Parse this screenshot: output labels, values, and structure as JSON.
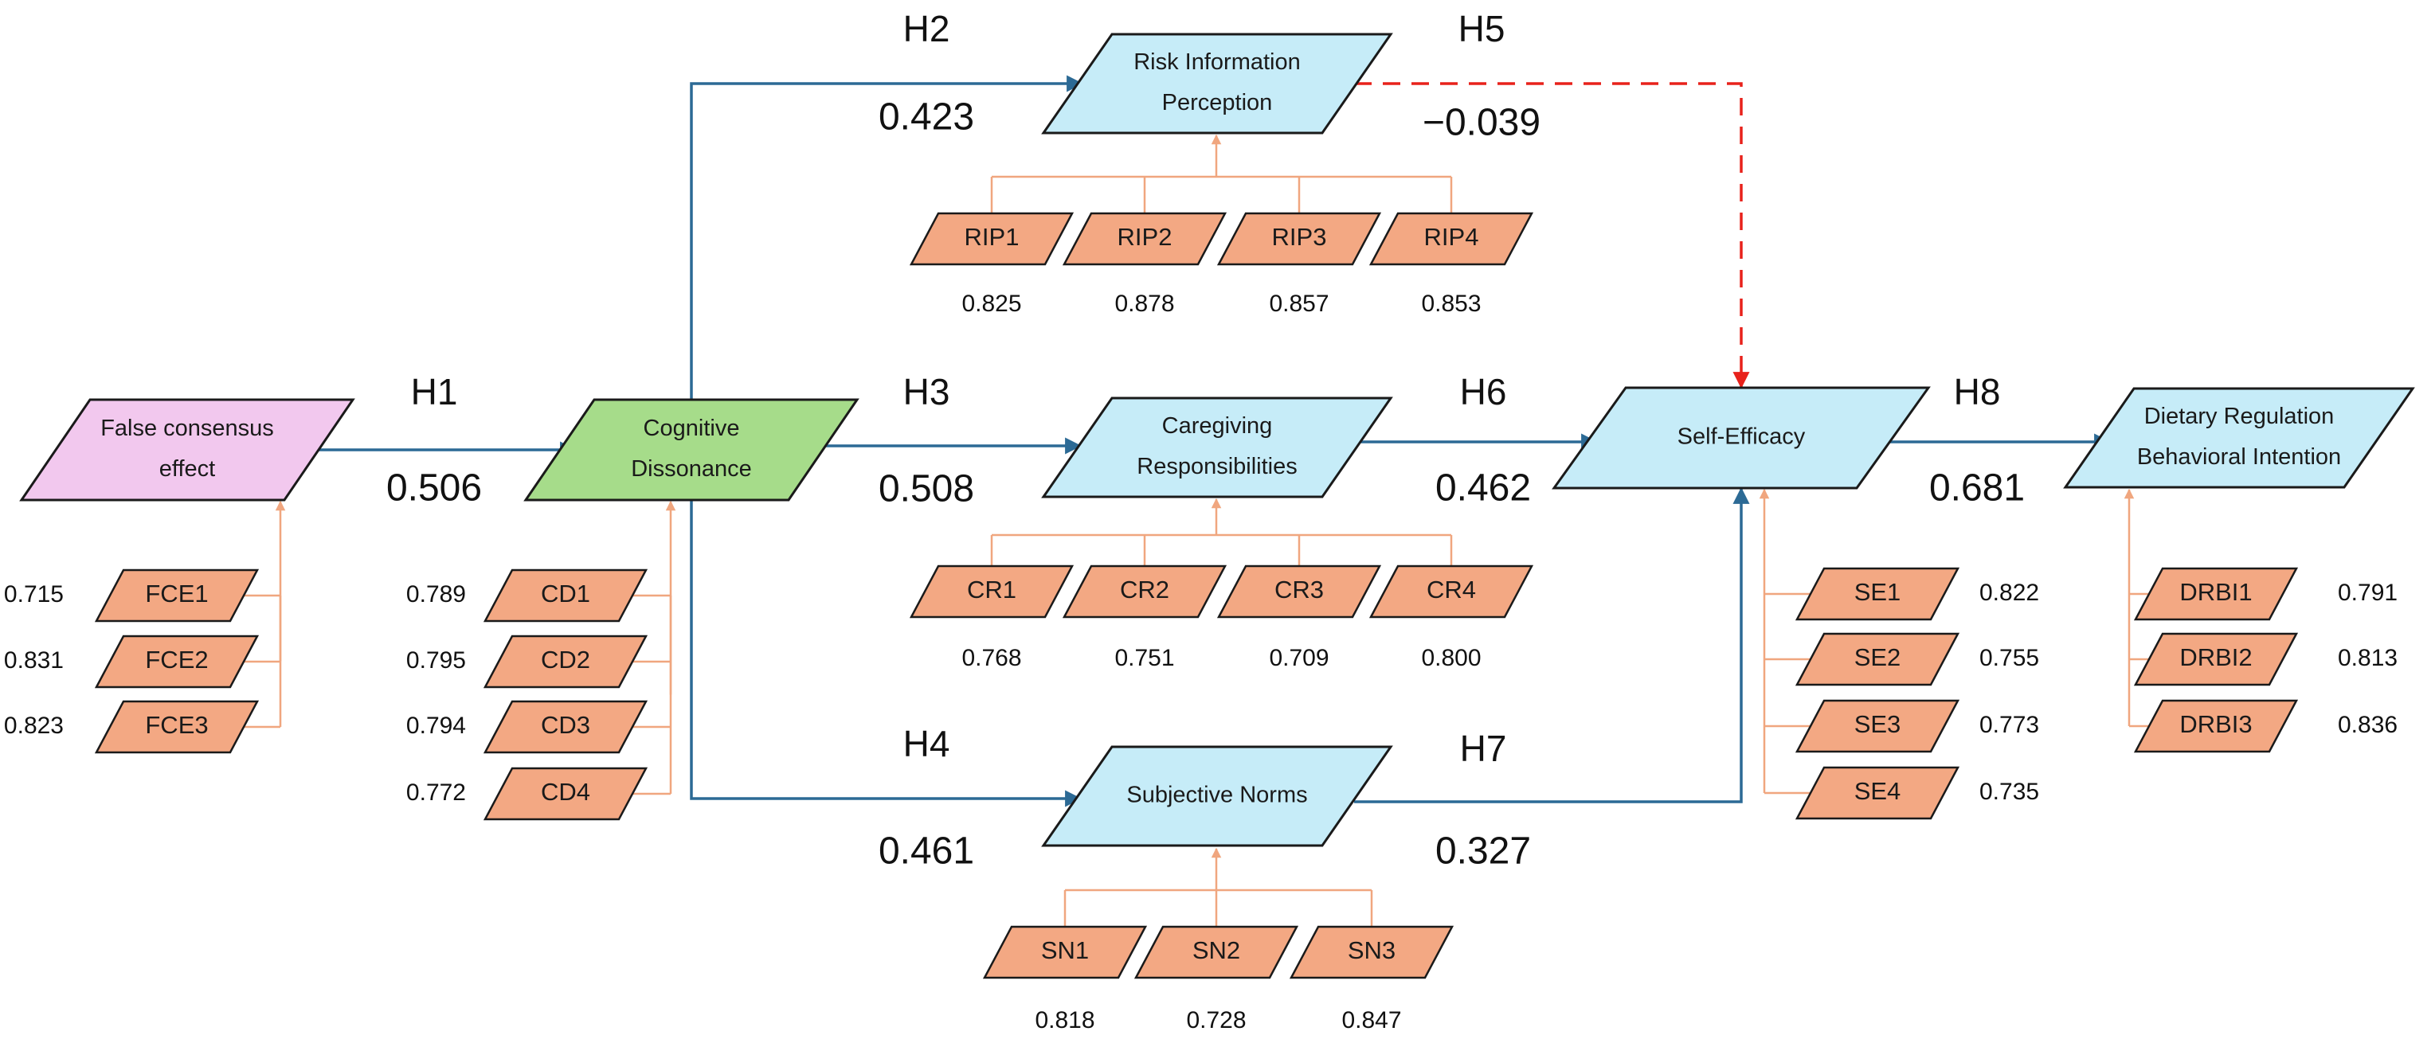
{
  "colors": {
    "construct_outcome": "#c6ecf8",
    "construct_exogenous": "#f2c8ee",
    "construct_mediator": "#a6dc8a",
    "indicator": "#f3a883",
    "indicator_link": "#f0a67f",
    "path_arrow": "#2c6a95",
    "dashed_path": "#e8221b",
    "outline": "#1a1a1a"
  },
  "constructs": {
    "fce": {
      "lines": [
        "False consensus",
        "effect"
      ]
    },
    "cd": {
      "lines": [
        "Cognitive",
        "Dissonance"
      ]
    },
    "rip": {
      "lines": [
        "Risk Information",
        "Perception"
      ]
    },
    "cr": {
      "lines": [
        "Caregiving",
        "Responsibilities"
      ]
    },
    "sn": {
      "lines": [
        "Subjective Norms"
      ]
    },
    "se": {
      "lines": [
        "Self-Efficacy"
      ]
    },
    "drbi": {
      "lines": [
        "Dietary Regulation",
        "Behavioral Intention"
      ]
    }
  },
  "indicators": {
    "fce": [
      {
        "label": "FCE1",
        "loading": "0.715"
      },
      {
        "label": "FCE2",
        "loading": "0.831"
      },
      {
        "label": "FCE3",
        "loading": "0.823"
      }
    ],
    "cd": [
      {
        "label": "CD1",
        "loading": "0.789"
      },
      {
        "label": "CD2",
        "loading": "0.795"
      },
      {
        "label": "CD3",
        "loading": "0.794"
      },
      {
        "label": "CD4",
        "loading": "0.772"
      }
    ],
    "rip": [
      {
        "label": "RIP1",
        "loading": "0.825"
      },
      {
        "label": "RIP2",
        "loading": "0.878"
      },
      {
        "label": "RIP3",
        "loading": "0.857"
      },
      {
        "label": "RIP4",
        "loading": "0.853"
      }
    ],
    "cr": [
      {
        "label": "CR1",
        "loading": "0.768"
      },
      {
        "label": "CR2",
        "loading": "0.751"
      },
      {
        "label": "CR3",
        "loading": "0.709"
      },
      {
        "label": "CR4",
        "loading": "0.800"
      }
    ],
    "sn": [
      {
        "label": "SN1",
        "loading": "0.818"
      },
      {
        "label": "SN2",
        "loading": "0.728"
      },
      {
        "label": "SN3",
        "loading": "0.847"
      }
    ],
    "se": [
      {
        "label": "SE1",
        "loading": "0.822"
      },
      {
        "label": "SE2",
        "loading": "0.755"
      },
      {
        "label": "SE3",
        "loading": "0.773"
      },
      {
        "label": "SE4",
        "loading": "0.735"
      }
    ],
    "drbi": [
      {
        "label": "DRBI1",
        "loading": "0.791"
      },
      {
        "label": "DRBI2",
        "loading": "0.813"
      },
      {
        "label": "DRBI3",
        "loading": "0.836"
      }
    ]
  },
  "paths": [
    {
      "id": "H1",
      "label": "H1",
      "coef": "0.506",
      "from": "fce",
      "to": "cd",
      "significant": true
    },
    {
      "id": "H2",
      "label": "H2",
      "coef": "0.423",
      "from": "cd",
      "to": "rip",
      "significant": true
    },
    {
      "id": "H3",
      "label": "H3",
      "coef": "0.508",
      "from": "cd",
      "to": "cr",
      "significant": true
    },
    {
      "id": "H4",
      "label": "H4",
      "coef": "0.461",
      "from": "cd",
      "to": "sn",
      "significant": true
    },
    {
      "id": "H5",
      "label": "H5",
      "coef": "−0.039",
      "from": "rip",
      "to": "se",
      "significant": false
    },
    {
      "id": "H6",
      "label": "H6",
      "coef": "0.462",
      "from": "cr",
      "to": "se",
      "significant": true
    },
    {
      "id": "H7",
      "label": "H7",
      "coef": "0.327",
      "from": "sn",
      "to": "se",
      "significant": true
    },
    {
      "id": "H8",
      "label": "H8",
      "coef": "0.681",
      "from": "se",
      "to": "drbi",
      "significant": true
    }
  ]
}
